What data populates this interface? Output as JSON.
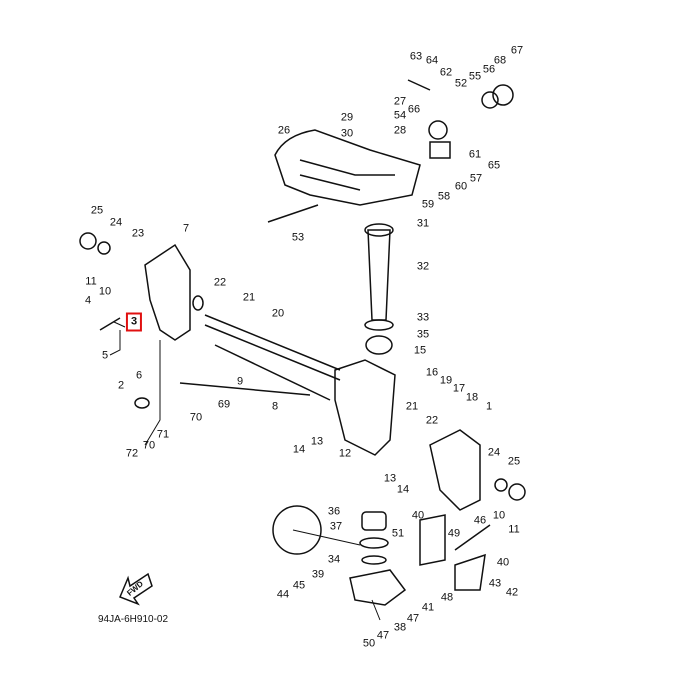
{
  "diagram_code": "94JA-6H910-02",
  "direction_label": "FWD",
  "highlighted_part": "3",
  "highlight_color": "#e01010",
  "part_labels": [
    "63",
    "64",
    "62",
    "52",
    "55",
    "56",
    "68",
    "67",
    "29",
    "27",
    "30",
    "28",
    "54",
    "66",
    "26",
    "61",
    "65",
    "57",
    "60",
    "58",
    "59",
    "53",
    "31",
    "32",
    "33",
    "35",
    "15",
    "25",
    "24",
    "23",
    "7",
    "11",
    "10",
    "22",
    "21",
    "20",
    "4",
    "3",
    "5",
    "2",
    "6",
    "9",
    "69",
    "70",
    "8",
    "71",
    "70",
    "72",
    "16",
    "19",
    "17",
    "18",
    "1",
    "21",
    "22",
    "13",
    "14",
    "12",
    "13",
    "14",
    "24",
    "25",
    "10",
    "11",
    "46",
    "49",
    "40",
    "36",
    "37",
    "51",
    "34",
    "40",
    "39",
    "45",
    "44",
    "43",
    "42",
    "41",
    "47",
    "48",
    "38",
    "47",
    "50"
  ]
}
